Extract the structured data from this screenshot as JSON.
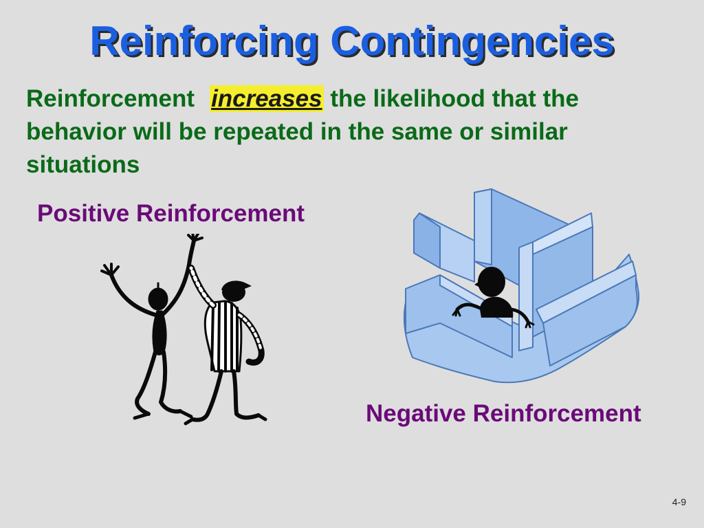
{
  "slide": {
    "title": "Reinforcing Contingencies",
    "definition": {
      "lead": "Reinforcement",
      "emphasis": "increases",
      "rest": " the likelihood that the behavior will be repeated in the same or similar situations"
    },
    "positive_label": "Positive Reinforcement",
    "negative_label": "Negative Reinforcement",
    "page_number": "4-9"
  },
  "illustrations": {
    "positive": "high-five-stick-figures",
    "negative": "figure-peeking-from-maze"
  },
  "colors": {
    "background": "#dedede",
    "title": "#1b5fe0",
    "definition_text": "#0a6a18",
    "emphasis_highlight": "#f5ee2e",
    "labels": "#6a0a78",
    "maze": "#9cc0ec"
  }
}
